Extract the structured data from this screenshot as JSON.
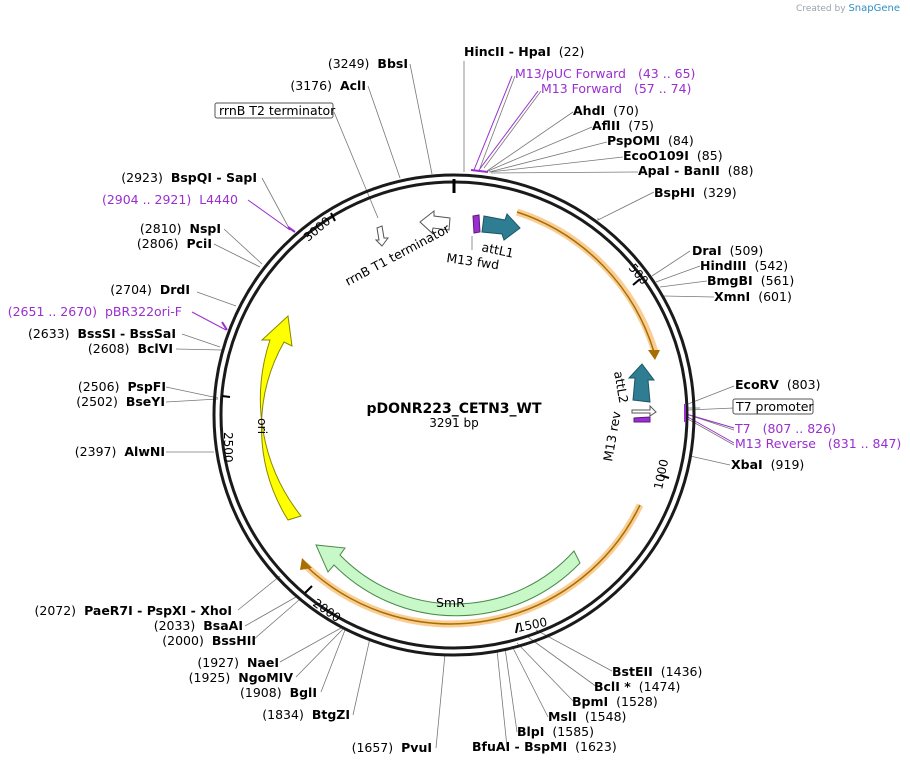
{
  "brand": {
    "created_by": "Created by",
    "app": "SnapGene"
  },
  "plasmid": {
    "name": "pDONR223_CETN3_WT",
    "length_text": "3291 bp"
  },
  "ticks": [
    "500",
    "1000",
    "1500",
    "2000",
    "2500",
    "3000"
  ],
  "sites": [
    {
      "name": "HincII",
      "name2": "HpaI",
      "pos": "(22)"
    },
    {
      "name": "AhdI",
      "pos": "(70)"
    },
    {
      "name": "AflII",
      "pos": "(75)"
    },
    {
      "name": "PspOMI",
      "pos": "(84)"
    },
    {
      "name": "EcoO109I",
      "pos": "(85)"
    },
    {
      "name": "ApaI",
      "name2": "BanII",
      "pos": "(88)"
    },
    {
      "name": "BspHI",
      "pos": "(329)"
    },
    {
      "name": "DraI",
      "pos": "(509)"
    },
    {
      "name": "HindIII",
      "pos": "(542)"
    },
    {
      "name": "BmgBI",
      "pos": "(561)"
    },
    {
      "name": "XmnI",
      "pos": "(601)"
    },
    {
      "name": "EcoRV",
      "pos": "(803)"
    },
    {
      "name": "XbaI",
      "pos": "(919)"
    },
    {
      "name": "BstEII",
      "pos": "(1436)"
    },
    {
      "name": "BclI *",
      "pos": "(1474)"
    },
    {
      "name": "BpmI",
      "pos": "(1528)"
    },
    {
      "name": "MslI",
      "pos": "(1548)"
    },
    {
      "name": "BlpI",
      "pos": "(1585)"
    },
    {
      "name": "BfuAI",
      "name2": "BspMI",
      "pos": "(1623)"
    },
    {
      "name": "PvuI",
      "pos": "(1657)"
    },
    {
      "name": "BtgZI",
      "pos": "(1834)"
    },
    {
      "name": "BglI",
      "pos": "(1908)"
    },
    {
      "name": "NgoMIV",
      "pos": "(1925)"
    },
    {
      "name": "NaeI",
      "pos": "(1927)"
    },
    {
      "name": "BssHII",
      "pos": "(2000)"
    },
    {
      "name": "BsaAI",
      "pos": "(2033)"
    },
    {
      "name": "PaeR7I",
      "name2": "PspXI",
      "name3": "XhoI",
      "pos": "(2072)"
    },
    {
      "name": "AlwNI",
      "pos": "(2397)"
    },
    {
      "name": "BseYI",
      "pos": "(2502)"
    },
    {
      "name": "PspFI",
      "pos": "(2506)"
    },
    {
      "name": "BclVI",
      "pos": "(2608)"
    },
    {
      "name": "BssSI",
      "name2": "BssSaI",
      "pos": "(2633)"
    },
    {
      "name": "DrdI",
      "pos": "(2704)"
    },
    {
      "name": "PciI",
      "pos": "(2806)"
    },
    {
      "name": "NspI",
      "pos": "(2810)"
    },
    {
      "name": "BspQI",
      "name2": "SapI",
      "pos": "(2923)"
    },
    {
      "name": "AclI",
      "pos": "(3176)"
    },
    {
      "name": "BbsI",
      "pos": "(3249)"
    }
  ],
  "primers": [
    {
      "name": "M13/pUC Forward",
      "range": "(43 .. 65)"
    },
    {
      "name": "M13 Forward",
      "range": "(57 .. 74)"
    },
    {
      "name": "T7",
      "range": "(807 .. 826)"
    },
    {
      "name": "M13 Reverse",
      "range": "(831 .. 847)"
    },
    {
      "name": "L4440",
      "range": "(2904 .. 2921)"
    },
    {
      "name": "pBR322ori-F",
      "range": "(2651 .. 2670)"
    }
  ],
  "boxed_features": {
    "rrnb_t2": "rrnB T2 terminator",
    "t7_promoter": "T7 promoter"
  },
  "features": {
    "attl1": "attL1",
    "m13_fwd": "M13 fwd",
    "rrnb_t1": "rrnB T1 terminator",
    "attl2": "attL2",
    "m13_rev": "M13 rev",
    "ori": "ori",
    "smr": "SmR"
  },
  "colors": {
    "backbone": "#1a1a1a",
    "att": "#2e7d93",
    "ori": "#ffff00",
    "smr": "#c8f7c8",
    "orf": "#f5a623",
    "primer": "#9a2fcf",
    "terminator": "#ffffff"
  }
}
